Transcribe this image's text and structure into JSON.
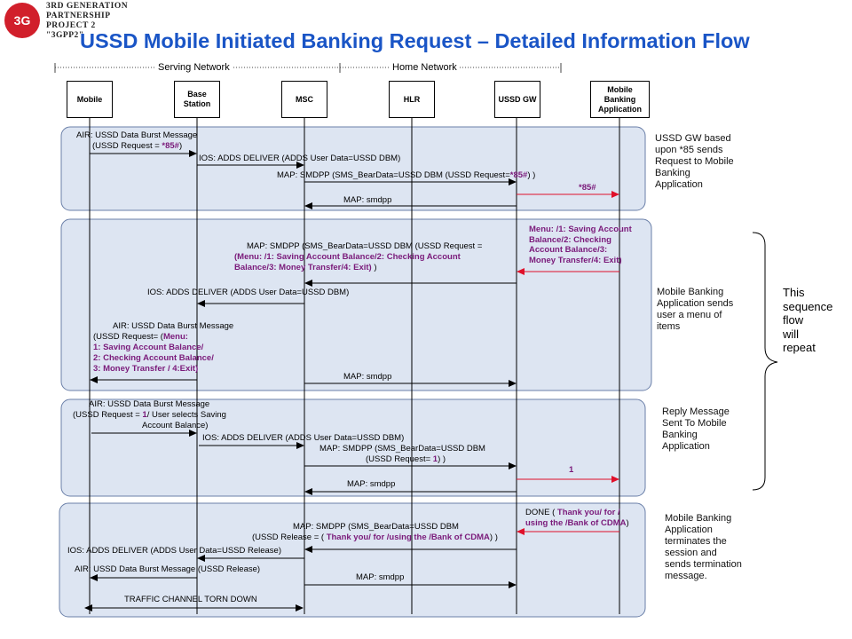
{
  "logo": {
    "badge": "3G",
    "line1": "3RD GENERATION",
    "line2": "PARTNERSHIP",
    "line3": "PROJECT 2",
    "line4": "\"3GPP2\""
  },
  "title": "USSD Mobile Initiated Banking Request – Detailed Information Flow",
  "networks": {
    "serving": "Serving Network",
    "home": "Home Network"
  },
  "entities": {
    "mobile": "Mobile",
    "base_station": "Base Station",
    "msc": "MSC",
    "hlr": "HLR",
    "ussd_gw": "USSD GW",
    "mba": "Mobile Banking Application"
  },
  "messages": {
    "m1_l1": "AIR: USSD Data Burst Message",
    "m1_l2a": "(USSD Request = ",
    "m1_l2b": "*85#",
    "m1_l2c": ")",
    "m2": "IOS: ADDS DELIVER (ADDS User Data=USSD DBM)",
    "m3a": "MAP: SMDPP (SMS_BearData=USSD DBM (USSD Request=",
    "m3b": "*85#",
    "m3c": ") )",
    "m4": "*85#",
    "m5": "MAP: smdpp",
    "m6_l1": "Menu: /1: Saving Account",
    "m6_l2": "Balance/2:  Checking",
    "m6_l3": "Account Balance/3:",
    "m6_l4": "Money Transfer/4: Exit)",
    "m7_l1": "MAP: SMDPP (SMS_BearData=USSD DBM (USSD Request =",
    "m7_l2a": "(Menu: /1: Saving Account Balance/2:  Checking Account",
    "m7_l3a": "Balance/3: Money Transfer/4: Exit)",
    "m7_l3b": " )",
    "m8": "IOS: ADDS DELIVER (ADDS User Data=USSD DBM)",
    "m9_l1": "AIR: USSD Data Burst Message",
    "m9_l2a": "(USSD Request= (",
    "m9_l2b": "Menu:",
    "m9_l3": "1: Saving Account Balance/",
    "m9_l4": "2:  Checking Account Balance/",
    "m9_l5": "3: Money Transfer / 4:Exit)",
    "m10": "MAP: smdpp",
    "m11_l1": "AIR: USSD Data Burst Message",
    "m11_l2a": "(USSD Request = ",
    "m11_l2b": "1",
    "m11_l2c": "/ User selects Saving",
    "m11_l3": "Account Balance)",
    "m12": "IOS: ADDS DELIVER (ADDS User Data=USSD DBM)",
    "m13_l1": "MAP: SMDPP (SMS_BearData=USSD DBM",
    "m13_l2a": "(USSD Request= ",
    "m13_l2b": "1",
    "m13_l2c": ") )",
    "m14": "1",
    "m15": "MAP: smdpp",
    "m16_l1a": "DONE ( ",
    "m16_l1b": "Thank you/ for /",
    "m16_l2a": "using the /Bank of CDMA",
    "m16_l2b": ")",
    "m17_l1": "MAP: SMDPP (SMS_BearData=USSD DBM",
    "m17_l2a": "(USSD Release = ( ",
    "m17_l2b": "Thank you/ for /using the /Bank of CDMA",
    "m17_l2c": ") )",
    "m18": "IOS: ADDS DELIVER (ADDS User Data=USSD Release)",
    "m19": "AIR: USSD Data Burst Message (USSD Release)",
    "m20": "MAP: smdpp",
    "m21": "TRAFFIC CHANNEL TORN DOWN"
  },
  "side_notes": {
    "n1": "USSD GW based upon *85 sends Request to Mobile Banking Application",
    "n2": "Mobile Banking Application sends user a menu of items",
    "n3": "Reply Message Sent To Mobile Banking Application",
    "n4": "Mobile Banking Application terminates the session and sends termination message."
  },
  "repeat_note": {
    "l1": "This",
    "l2": "sequence",
    "l3": "flow",
    "l4": "will",
    "l5": "repeat"
  },
  "colors": {
    "title": "#1a55c6",
    "highlight": "#7a1a7a",
    "red_arrow": "#e0102a",
    "panel_fill": "#dde5f2",
    "panel_border": "#6a7fa8",
    "logo_red": "#d11f2b"
  }
}
